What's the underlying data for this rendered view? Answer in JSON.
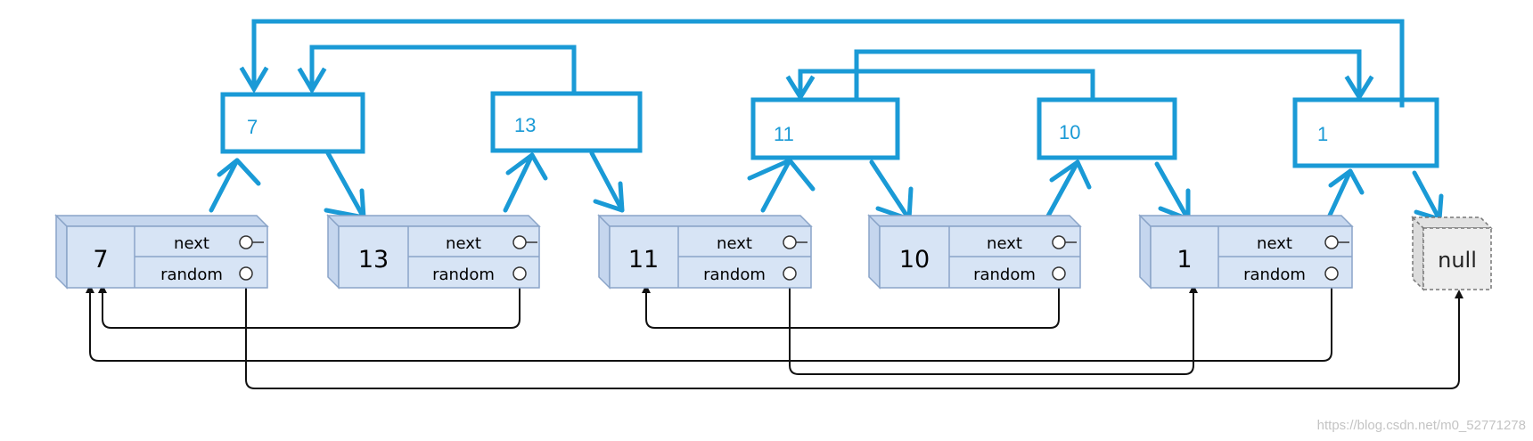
{
  "copy_nodes": [
    {
      "label": "7"
    },
    {
      "label": "13"
    },
    {
      "label": "11"
    },
    {
      "label": "10"
    },
    {
      "label": "1"
    }
  ],
  "original_nodes": [
    {
      "value": "7",
      "next_label": "next",
      "random_label": "random"
    },
    {
      "value": "13",
      "next_label": "next",
      "random_label": "random"
    },
    {
      "value": "11",
      "next_label": "next",
      "random_label": "random"
    },
    {
      "value": "10",
      "next_label": "next",
      "random_label": "random"
    },
    {
      "value": "1",
      "next_label": "next",
      "random_label": "random"
    }
  ],
  "null_node": {
    "label": "null"
  },
  "watermark": "https://blog.csdn.net/m0_52771278",
  "colors": {
    "copy_blue": "#1a9ad6",
    "node_fill": "#d7e4f5",
    "node_border": "#8aa4c8",
    "null_fill": "#eeeeee",
    "black_link": "#111111"
  }
}
